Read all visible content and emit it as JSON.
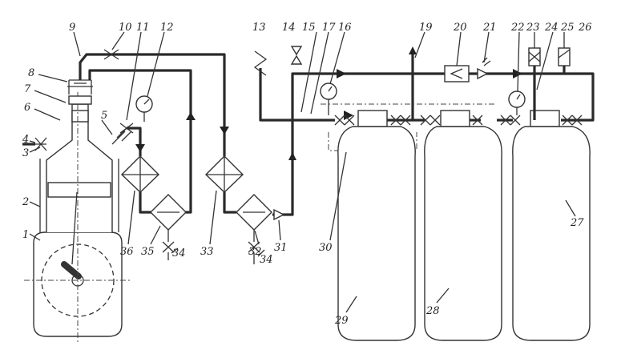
{
  "labels": {
    "l1": "1",
    "l2": "2",
    "l3": "3",
    "l4": "4",
    "l5": "5",
    "l6": "6",
    "l7": "7",
    "l8": "8",
    "l9": "9",
    "l10": "10",
    "l11": "11",
    "l12": "12",
    "l13": "13",
    "l14": "14",
    "l15": "15",
    "l16": "16",
    "l17": "17",
    "l19": "19",
    "l20": "20",
    "l21": "21",
    "l22": "22",
    "l23": "23",
    "l24": "24",
    "l25": "25",
    "l26": "26",
    "l27": "27",
    "l28": "28",
    "l29": "29",
    "l30": "30",
    "l31": "31",
    "l32": "32",
    "l33": "33",
    "l34a": "34",
    "l34b": "34",
    "l35": "35",
    "l36": "36"
  },
  "colors": {
    "line": "#2a2a2a",
    "background": "#ffffff"
  }
}
